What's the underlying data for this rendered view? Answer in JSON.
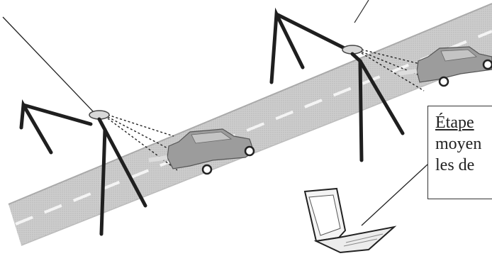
{
  "callout": {
    "line1": "Étape",
    "line2": "moyen",
    "line3": "les de"
  },
  "colors": {
    "road": "#c9c9c9",
    "road_edge": "#a9a9a9",
    "lane_marking": "#f2f2f2",
    "stand": "#1f1f1f",
    "car_body": "#9a9a9a",
    "beam": "#222222"
  }
}
